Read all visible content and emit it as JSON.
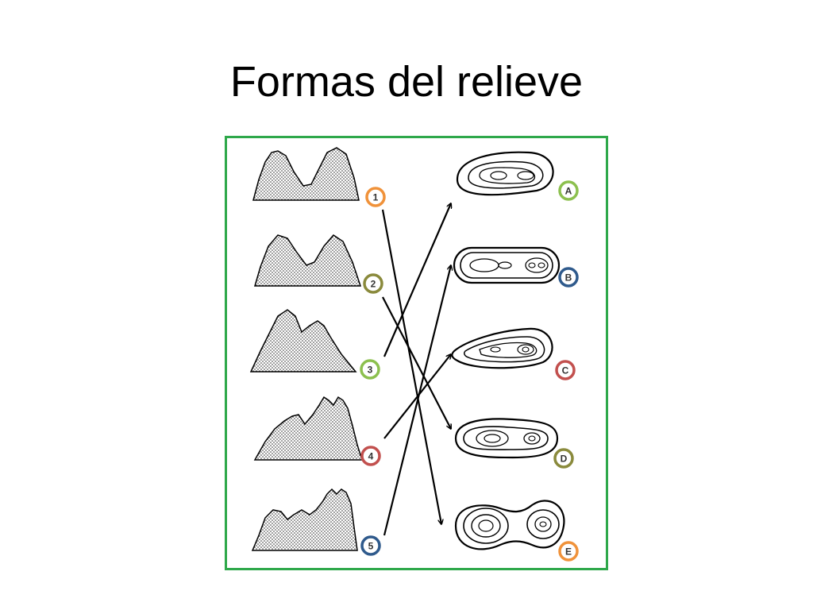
{
  "slide": {
    "title": "Formas del relieve"
  },
  "colors": {
    "frame_border": "#2ea84a",
    "orange": "#f0923a",
    "olive": "#8a8a3c",
    "green": "#8cc04e",
    "red": "#c2504e",
    "blue": "#2f5a8c"
  },
  "profiles": [
    {
      "label": "1",
      "color": "orange"
    },
    {
      "label": "2",
      "color": "olive"
    },
    {
      "label": "3",
      "color": "green"
    },
    {
      "label": "4",
      "color": "red"
    },
    {
      "label": "5",
      "color": "blue"
    }
  ],
  "contour_maps": [
    {
      "label": "A",
      "color": "green"
    },
    {
      "label": "B",
      "color": "blue"
    },
    {
      "label": "C",
      "color": "red"
    },
    {
      "label": "D",
      "color": "olive"
    },
    {
      "label": "E",
      "color": "orange"
    }
  ],
  "matches": [
    {
      "from": "1",
      "to": "E"
    },
    {
      "from": "2",
      "to": "D"
    },
    {
      "from": "3",
      "to": "A"
    },
    {
      "from": "4",
      "to": "C"
    },
    {
      "from": "5",
      "to": "B"
    }
  ]
}
